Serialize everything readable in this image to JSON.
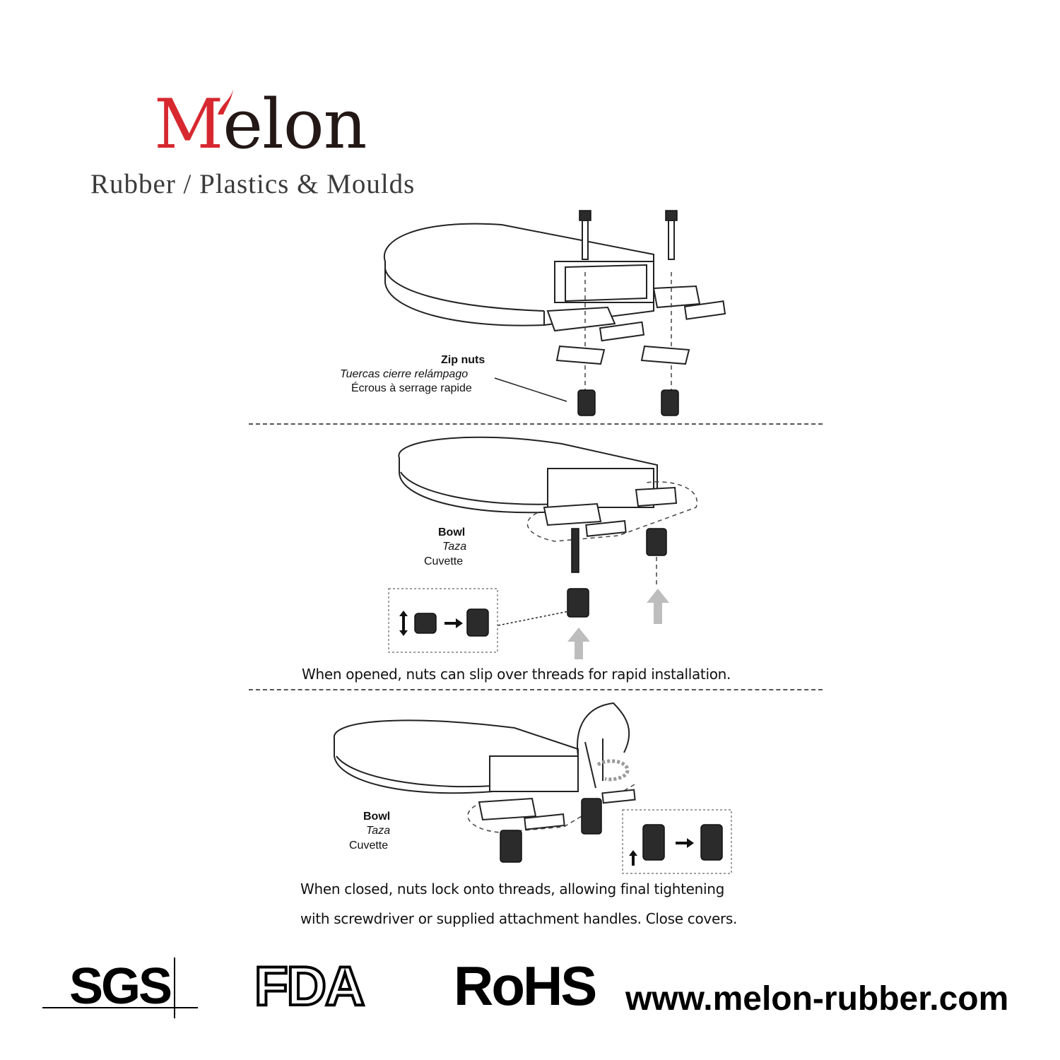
{
  "brand": {
    "name_initial": "M",
    "name_rest": "elon",
    "tagline": "Rubber / Plastics & Moulds",
    "accent_color": "#d7282f",
    "text_color": "#231815"
  },
  "step1": {
    "label_en": "Zip nuts",
    "label_es": "Tuercas cierre relámpago",
    "label_fr": "Écrous à serrage rapide"
  },
  "step2": {
    "label_en": "Bowl",
    "label_es": "Taza",
    "label_fr": "Cuvette",
    "caption": "When opened, nuts can slip over threads for rapid installation."
  },
  "step3": {
    "label_en": "Bowl",
    "label_es": "Taza",
    "label_fr": "Cuvette",
    "caption_line1": "When closed, nuts lock onto threads, allowing final tightening",
    "caption_line2": "with screwdriver or supplied attachment handles. Close covers."
  },
  "certifications": [
    "SGS",
    "FDA",
    "RoHS"
  ],
  "website": "www.melon-rubber.com",
  "icons": [
    "toilet-seat-icon",
    "bolt-icon",
    "zip-nut-icon",
    "hand-icon",
    "arrow-up-icon",
    "arrow-right-icon",
    "double-arrow-icon",
    "rotate-arrow-icon"
  ]
}
